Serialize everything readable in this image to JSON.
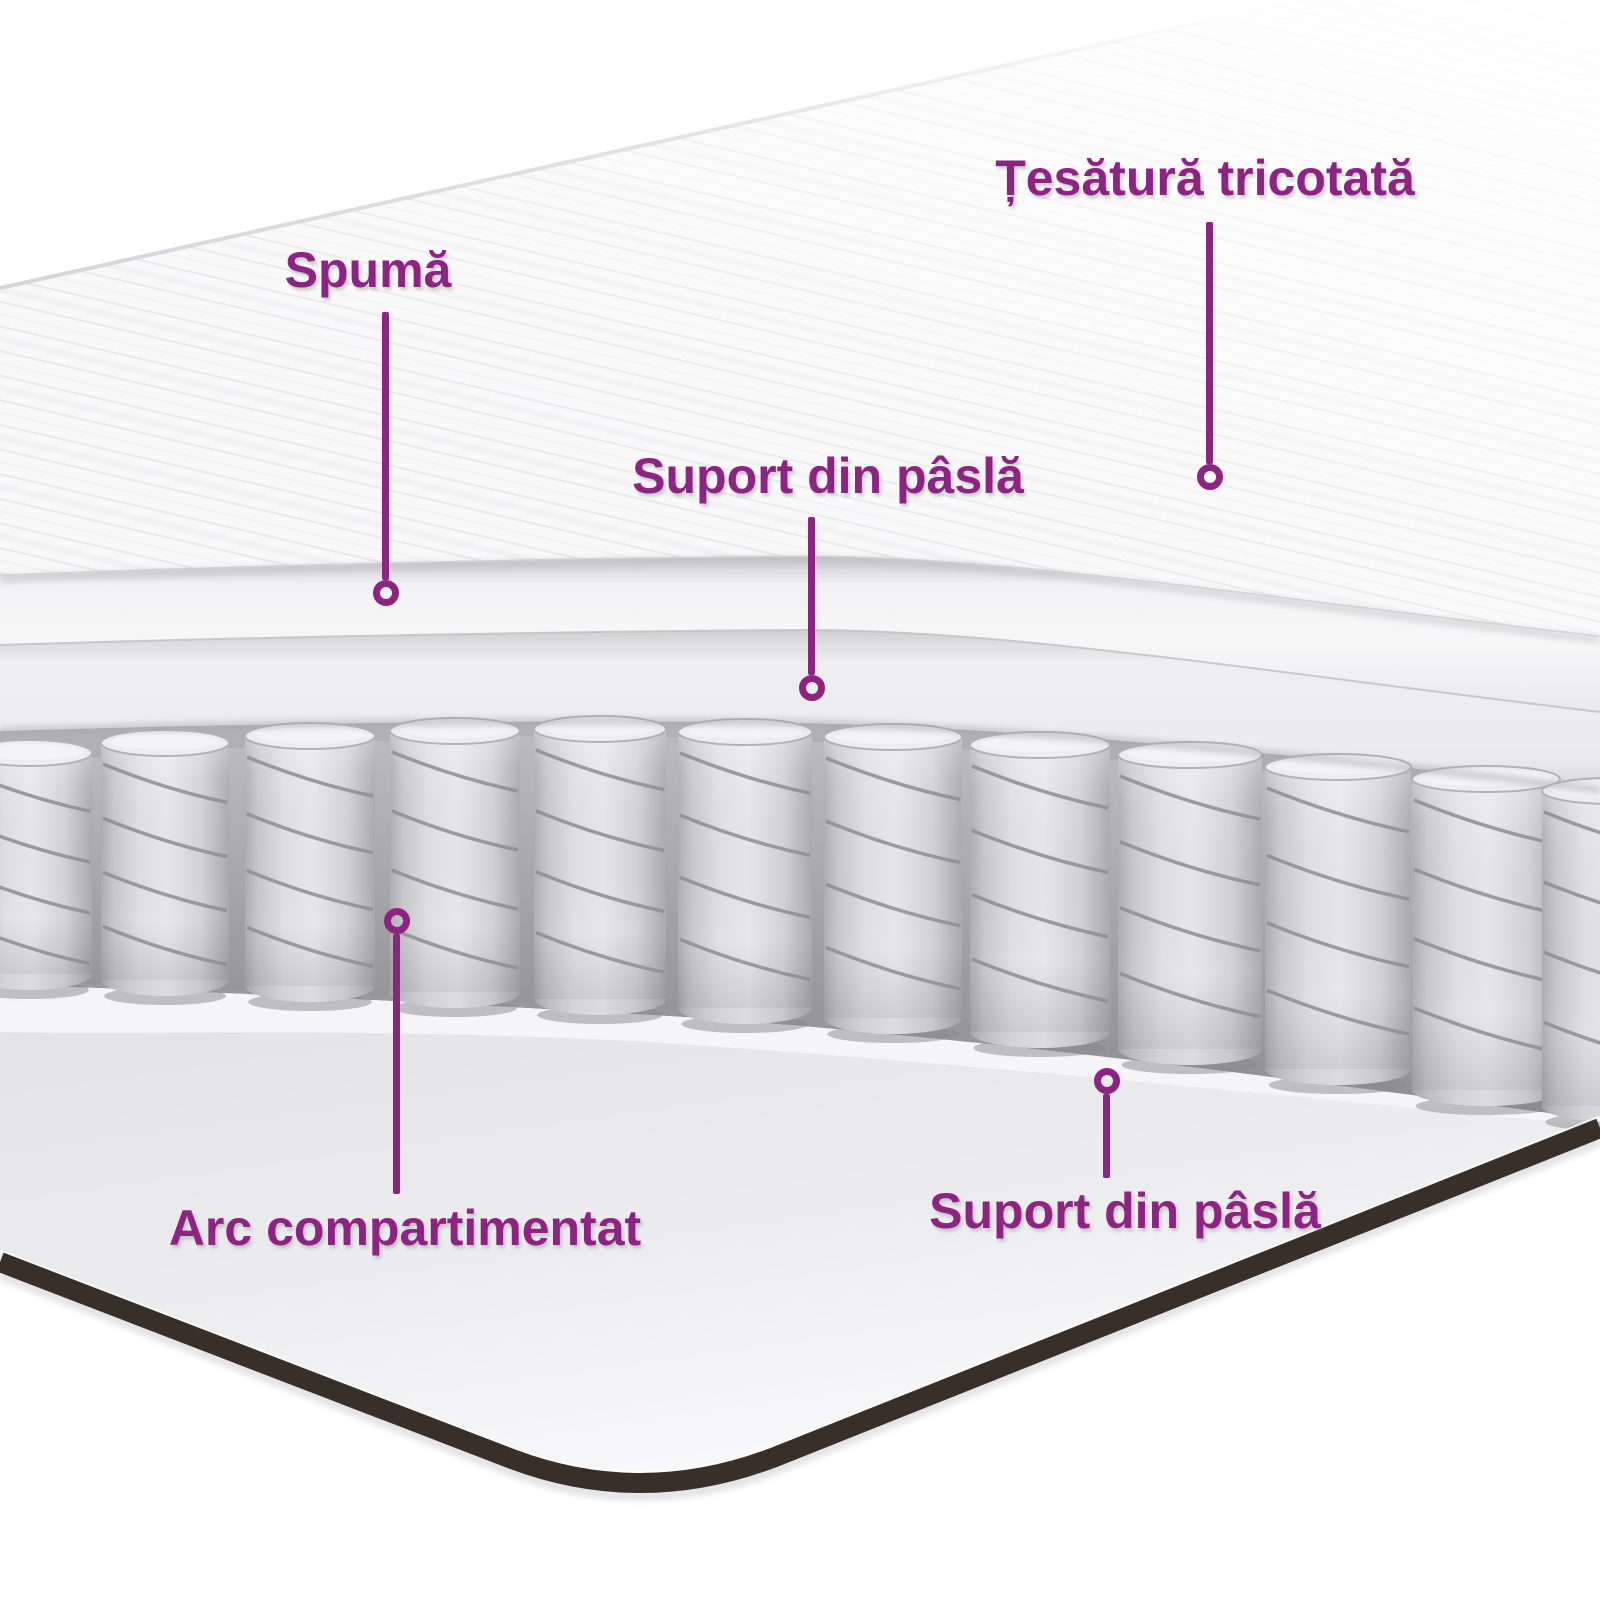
{
  "diagram": {
    "accent_color": "#8e2482",
    "labels": {
      "knitted_fabric": "Țesătură tricotată",
      "foam": "Spumă",
      "felt_support_top": "Suport din pâslă",
      "pocket_spring": "Arc compartimentat",
      "felt_support_bottom": "Suport din pâslă"
    }
  }
}
